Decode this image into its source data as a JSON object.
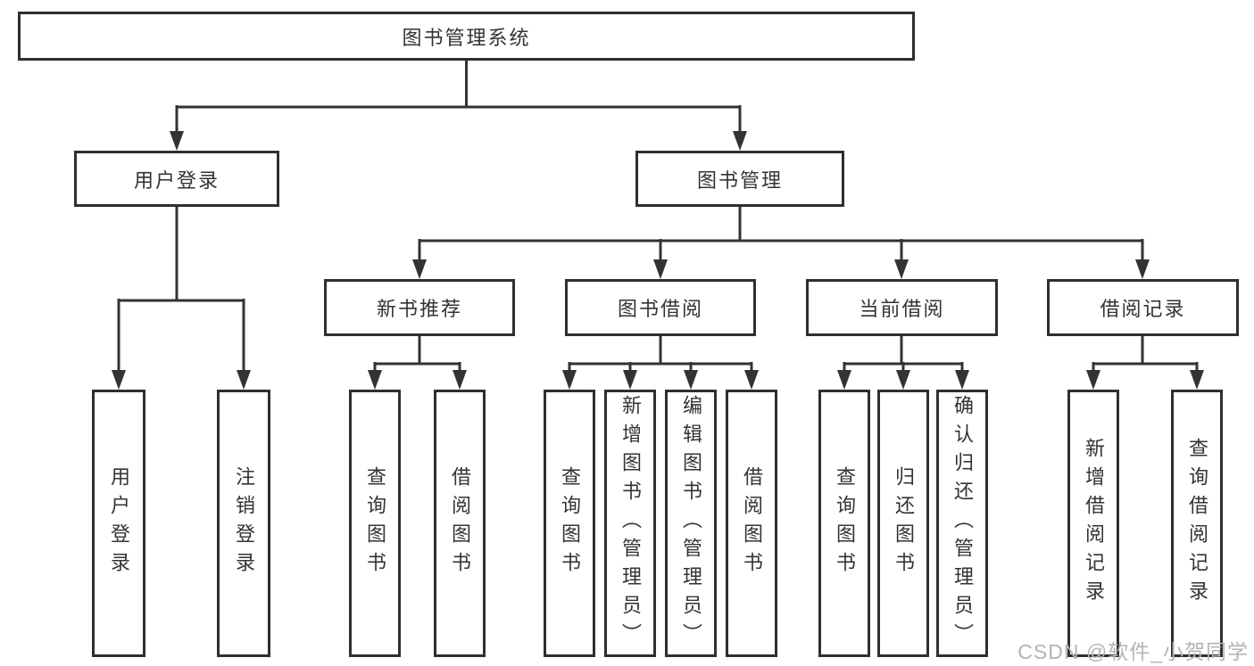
{
  "tree": {
    "root": "图书管理系统",
    "branches": [
      {
        "label": "用户登录",
        "children": [
          "用户登录",
          "注销登录"
        ]
      },
      {
        "label": "图书管理",
        "groups": [
          {
            "label": "新书推荐",
            "children": [
              "查询图书",
              "借阅图书"
            ]
          },
          {
            "label": "图书借阅",
            "children": [
              "查询图书",
              "新增图书（管理员）",
              "编辑图书（管理员）",
              "借阅图书"
            ]
          },
          {
            "label": "当前借阅",
            "children": [
              "查询图书",
              "归还图书",
              "确认归还（管理员）"
            ]
          },
          {
            "label": "借阅记录",
            "children": [
              "新增借阅记录",
              "查询借阅记录"
            ]
          }
        ]
      }
    ]
  },
  "watermark": {
    "text": "CSDN @软件_小贺同学"
  },
  "colors": {
    "line": "#333333",
    "box_border": "#2f2f2f",
    "text": "#333333",
    "watermark": "#b4b4b4",
    "background": "#ffffff"
  }
}
